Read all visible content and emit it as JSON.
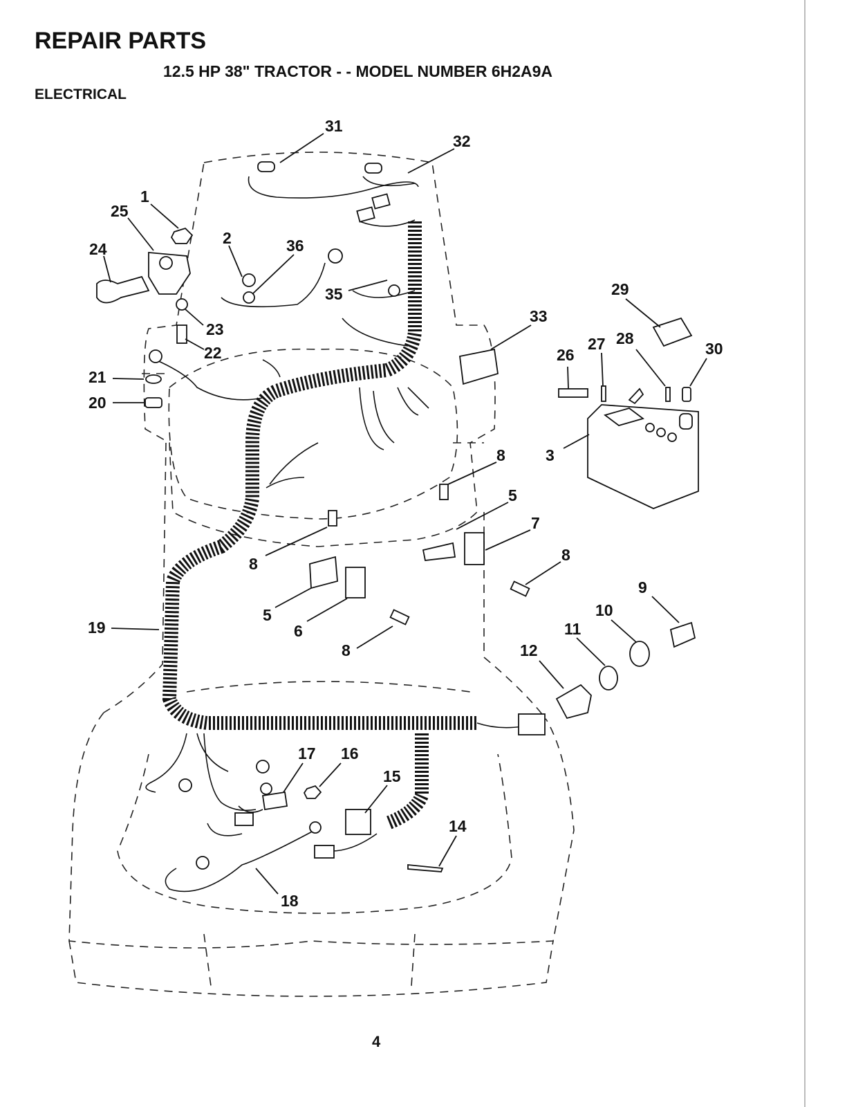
{
  "header": {
    "title": "REPAIR PARTS",
    "subtitle": "12.5 HP 38\" TRACTOR - - MODEL NUMBER 6H2A9A",
    "section": "ELECTRICAL"
  },
  "page_number": "4",
  "callouts": [
    {
      "id": "c1",
      "label": "1"
    },
    {
      "id": "c2",
      "label": "2"
    },
    {
      "id": "c3",
      "label": "3"
    },
    {
      "id": "c5a",
      "label": "5"
    },
    {
      "id": "c5b",
      "label": "5"
    },
    {
      "id": "c6",
      "label": "6"
    },
    {
      "id": "c7",
      "label": "7"
    },
    {
      "id": "c8a",
      "label": "8"
    },
    {
      "id": "c8b",
      "label": "8"
    },
    {
      "id": "c8c",
      "label": "8"
    },
    {
      "id": "c8d",
      "label": "8"
    },
    {
      "id": "c9",
      "label": "9"
    },
    {
      "id": "c10",
      "label": "10"
    },
    {
      "id": "c11",
      "label": "11"
    },
    {
      "id": "c12",
      "label": "12"
    },
    {
      "id": "c14",
      "label": "14"
    },
    {
      "id": "c15",
      "label": "15"
    },
    {
      "id": "c16",
      "label": "16"
    },
    {
      "id": "c17",
      "label": "17"
    },
    {
      "id": "c18",
      "label": "18"
    },
    {
      "id": "c19",
      "label": "19"
    },
    {
      "id": "c20",
      "label": "20"
    },
    {
      "id": "c21",
      "label": "21"
    },
    {
      "id": "c22",
      "label": "22"
    },
    {
      "id": "c23",
      "label": "23"
    },
    {
      "id": "c24",
      "label": "24"
    },
    {
      "id": "c25",
      "label": "25"
    },
    {
      "id": "c26",
      "label": "26"
    },
    {
      "id": "c27",
      "label": "27"
    },
    {
      "id": "c28",
      "label": "28"
    },
    {
      "id": "c29",
      "label": "29"
    },
    {
      "id": "c30",
      "label": "30"
    },
    {
      "id": "c31",
      "label": "31"
    },
    {
      "id": "c32",
      "label": "32"
    },
    {
      "id": "c33",
      "label": "33"
    },
    {
      "id": "c35",
      "label": "35"
    },
    {
      "id": "c36",
      "label": "36"
    }
  ]
}
